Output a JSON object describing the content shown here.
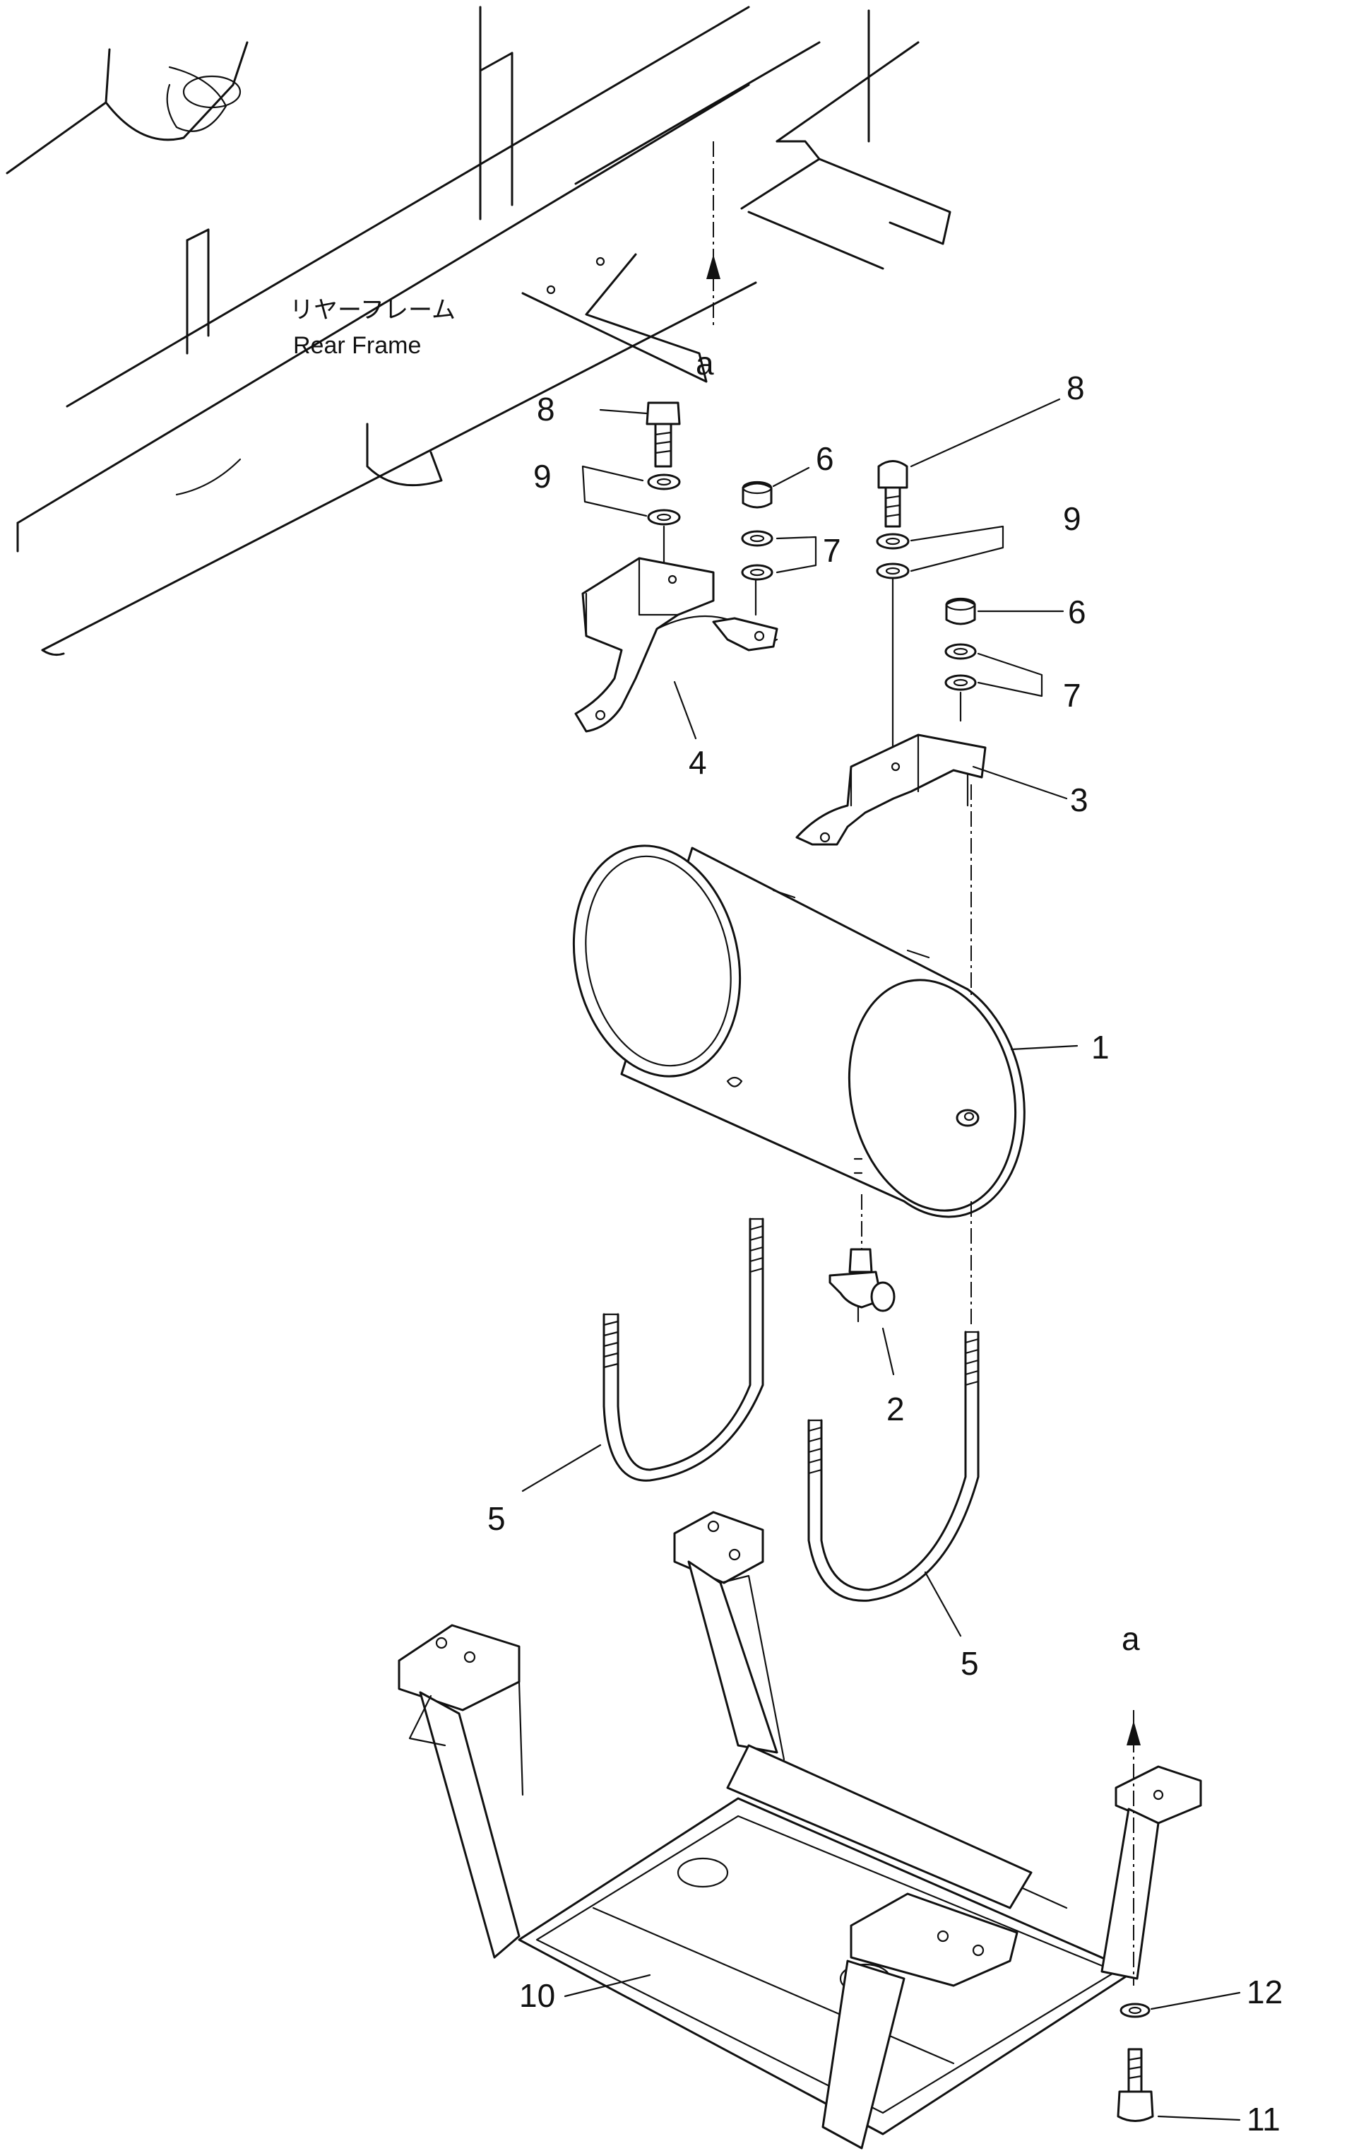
{
  "frame_label": {
    "jp": "リヤーフレーム",
    "en": "Rear Frame"
  },
  "arrow_ref": "a",
  "callouts": [
    {
      "id": "1"
    },
    {
      "id": "2"
    },
    {
      "id": "3"
    },
    {
      "id": "4"
    },
    {
      "id": "5"
    },
    {
      "id": "5"
    },
    {
      "id": "6"
    },
    {
      "id": "6"
    },
    {
      "id": "7"
    },
    {
      "id": "7"
    },
    {
      "id": "8"
    },
    {
      "id": "8"
    },
    {
      "id": "9"
    },
    {
      "id": "9"
    },
    {
      "id": "10"
    },
    {
      "id": "11"
    },
    {
      "id": "12"
    }
  ]
}
